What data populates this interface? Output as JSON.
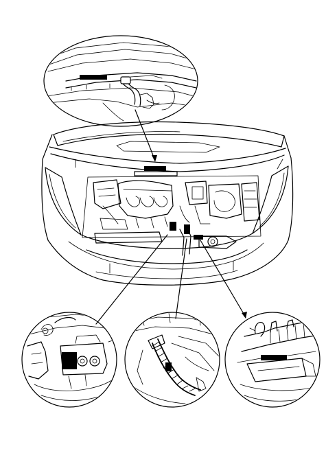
{
  "diagram": {
    "kind": "engine-compartment-location-diagram",
    "callouts": [
      {
        "id": "detail-top",
        "shape": "ellipse",
        "subject": "cowl-wiper-area"
      },
      {
        "id": "detail-bottom-left",
        "shape": "circle",
        "subject": "left-component"
      },
      {
        "id": "detail-bottom-center",
        "shape": "circle",
        "subject": "hose-connection"
      },
      {
        "id": "detail-bottom-right",
        "shape": "circle",
        "subject": "right-bracket"
      }
    ],
    "redacted_labels": 8,
    "colors": {
      "line": "#000000",
      "background": "#ffffff",
      "label_block": "#000000"
    }
  }
}
